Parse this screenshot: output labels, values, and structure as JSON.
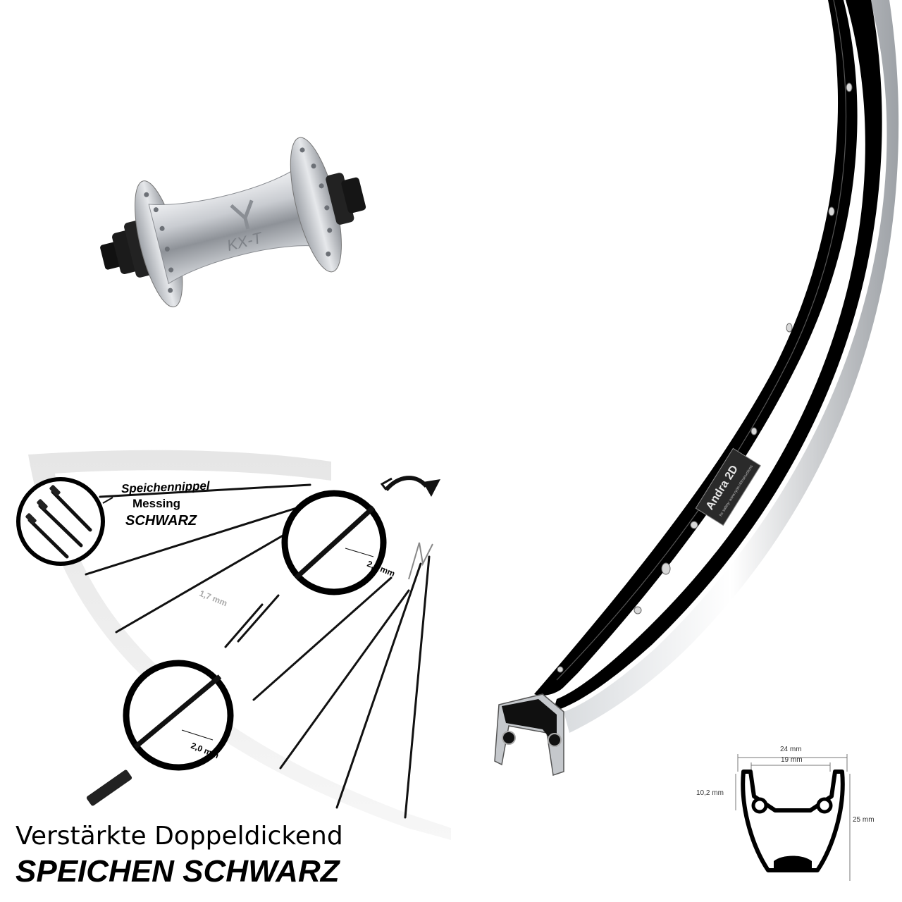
{
  "hub": {
    "brand_text": "KX-T"
  },
  "rim": {
    "model": "Andra 2D",
    "note": "for safety: www.ryde.nl/instructions"
  },
  "spokes": {
    "nipple_label_1": "Speichennippel",
    "nipple_label_2": "Messing",
    "nipple_label_3": "SCHWARZ",
    "dim_top": "2,3 mm",
    "dim_middle": "1,7 mm",
    "dim_bottom": "2,0 mm"
  },
  "profile": {
    "outer_width": "24 mm",
    "inner_width": "19 mm",
    "side_height": "10,2 mm",
    "total_height": "25 mm"
  },
  "headline": {
    "line1": "Verstärkte Doppeldickend",
    "line2": "SPEICHEN SCHWARZ"
  },
  "colors": {
    "rim": "#000000",
    "hub": "#b8bcc2",
    "spoke": "#111111"
  }
}
